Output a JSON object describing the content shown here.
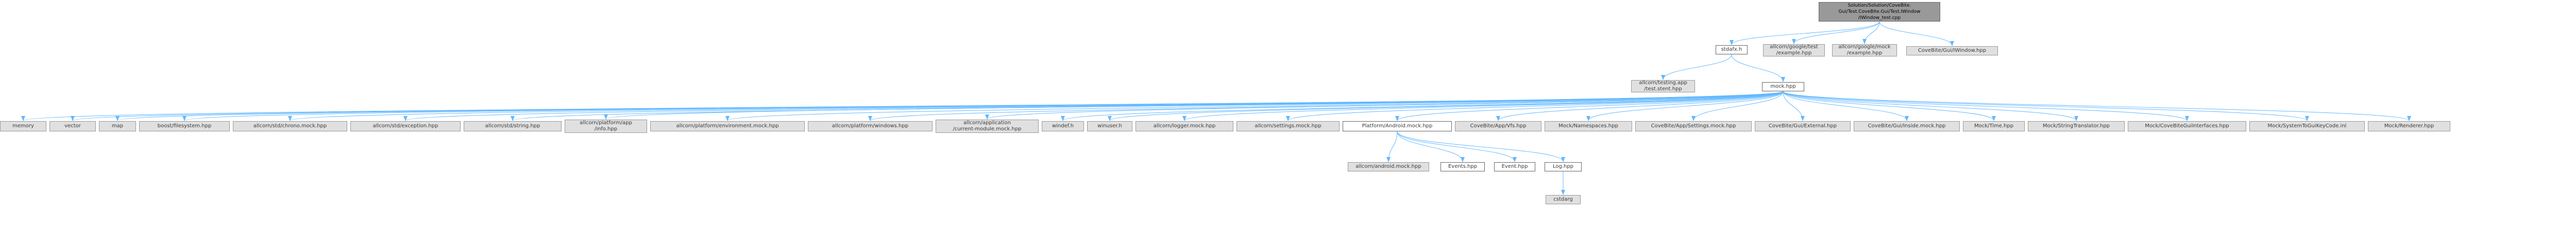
{
  "graph": {
    "root": "Solution/Solution/CoveBite.\nGui/Test.CoveBite.Gui/Test.IWindow\n/IWindow_test.cpp",
    "level1": {
      "stdafx": "stdafx.h",
      "gtest": "allcorn/google/test\n/example.hpp",
      "gmock": "allcorn/google/mock\n/example.hpp",
      "iwindow": "CoveBite/Gui/IWindow.hpp"
    },
    "level2": {
      "testing_app": "allcorn/testing.app\n/test.stent.hpp",
      "mock": "mock.hpp"
    },
    "mock_children": {
      "memory": "memory",
      "vector": "vector",
      "map": "map",
      "boost_fs": "boost/filesystem.hpp",
      "std_chrono": "allcorn/std/chrono.mock.hpp",
      "std_exception": "allcorn/std/exception.hpp",
      "std_string": "allcorn/std/string.hpp",
      "platform_info": "allcorn/platform/app\n/info.hpp",
      "platform_env": "allcorn/platform/environment.mock.hpp",
      "platform_windows": "allcorn/platform/windows.hpp",
      "application": "allcorn/application\n/current-module.mock.hpp",
      "windef": "windef.h",
      "winuser": "winuser.h",
      "logger": "allcorn/logger.mock.hpp",
      "settings": "allcorn/settings.mock.hpp",
      "platform_android": "Platform/Android.mock.hpp",
      "app_vfs": "CoveBite/App/Vfs.hpp",
      "namespaces": "Mock/Namespaces.hpp",
      "app_settings": "CoveBite/App/Settings.mock.hpp",
      "gui_external": "CoveBite/Gui/External.hpp",
      "gui_inside": "CoveBite/Gui/Inside.mock.hpp",
      "mock_time": "Mock/Time.hpp",
      "string_translator": "Mock/StringTranslator.hpp",
      "gui_interfaces": "Mock/CoveBiteGuiInterfaces.hpp",
      "keycode": "Mock/SystemToGuiKeyCode.inl",
      "renderer": "Mock/Renderer.hpp"
    },
    "android_children": {
      "android_mock": "allcorn/android.mock.hpp",
      "events": "Events.hpp",
      "event": "Event.hpp",
      "log": "Log.hpp"
    },
    "log_children": {
      "cstdarg": "cstdarg"
    }
  },
  "colors": {
    "edge": "#63b8ff",
    "border": "#999999",
    "gray_fill": "#e0e0e0",
    "root_fill": "#999999"
  }
}
